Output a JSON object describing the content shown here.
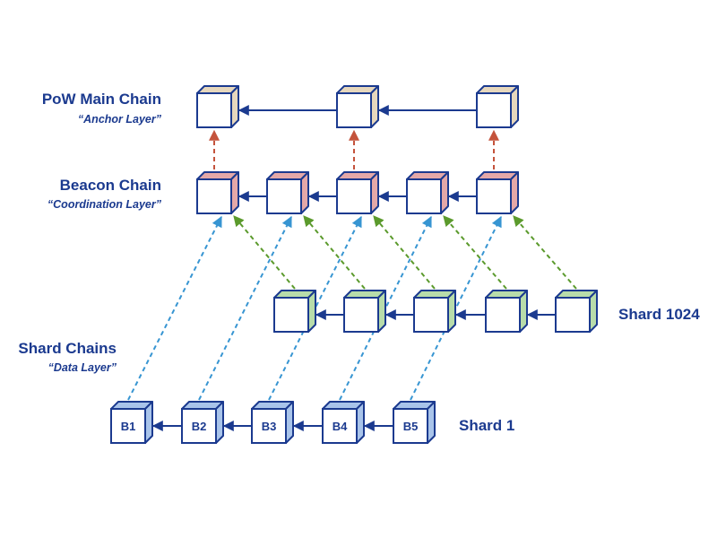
{
  "layers": {
    "pow": {
      "title": "PoW Main Chain",
      "subtitle": "“Anchor Layer”"
    },
    "beacon": {
      "title": "Beacon Chain",
      "subtitle": "“Coordination Layer”"
    },
    "shard": {
      "title": "Shard Chains",
      "subtitle": "“Data Layer”"
    }
  },
  "shards": {
    "upper": {
      "label": "Shard 1024"
    },
    "lower": {
      "label": "Shard 1"
    }
  },
  "blocks": {
    "shard1": [
      "B1",
      "B2",
      "B3",
      "B4",
      "B5"
    ]
  },
  "colors": {
    "outline": "#1b3a8f",
    "pow_side": "#e6d7bd",
    "beacon_side": "#e4a8a8",
    "shard1024_side": "#b8dcaa",
    "shard1_side": "#a9c4ea",
    "link_red": "#c4533c",
    "link_green": "#5b9a2c",
    "link_blue": "#3795d2",
    "chain_arrow": "#1b3a8f"
  }
}
